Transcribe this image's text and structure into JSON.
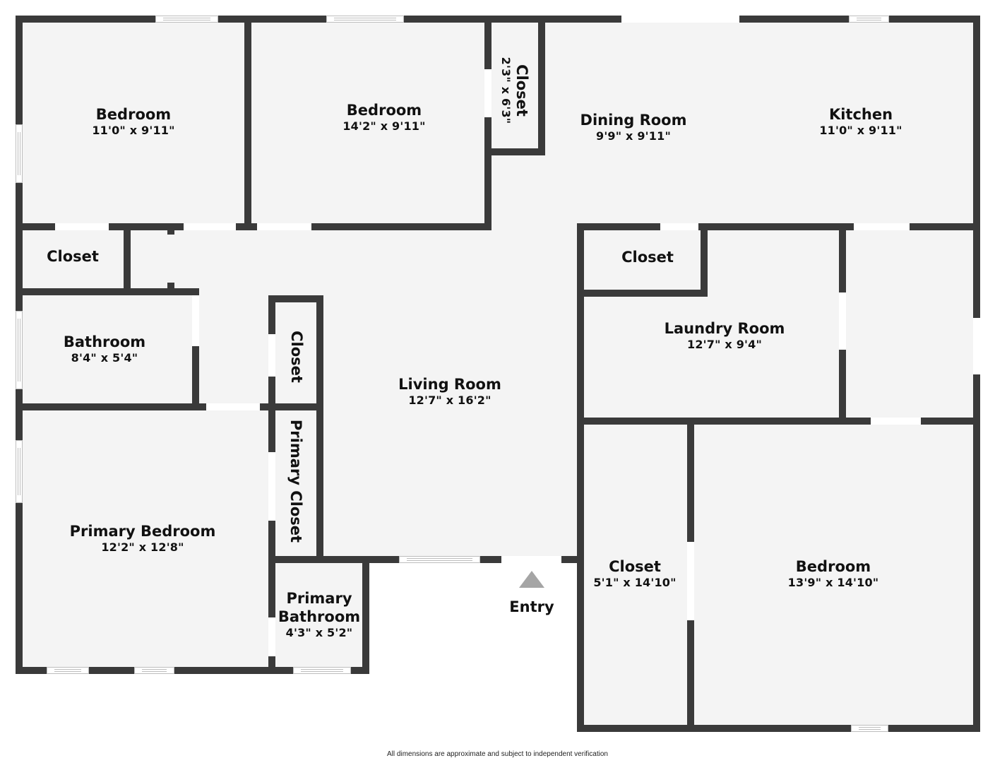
{
  "rooms": {
    "bedroom_nw": {
      "name": "Bedroom",
      "dim": "11'0\" x 9'11\""
    },
    "bedroom_n": {
      "name": "Bedroom",
      "dim": "14'2\" x 9'11\""
    },
    "closet_n": {
      "name": "Closet",
      "dim": "2'3\" x 6'3\""
    },
    "dining_room": {
      "name": "Dining Room",
      "dim": "9'9\" x 9'11\""
    },
    "kitchen": {
      "name": "Kitchen",
      "dim": "11'0\" x 9'11\""
    },
    "closet_w": {
      "name": "Closet"
    },
    "bathroom": {
      "name": "Bathroom",
      "dim": "8'4\" x 5'4\""
    },
    "closet_hall": {
      "name": "Closet"
    },
    "living_room": {
      "name": "Living Room",
      "dim": "12'7\" x 16'2\""
    },
    "closet_laundry": {
      "name": "Closet"
    },
    "laundry_room": {
      "name": "Laundry Room",
      "dim": "12'7\" x 9'4\""
    },
    "primary_closet": {
      "name": "Primary Closet"
    },
    "primary_bedroom": {
      "name": "Primary Bedroom",
      "dim": "12'2\" x 12'8\""
    },
    "primary_bathroom": {
      "name_line1": "Primary",
      "name_line2": "Bathroom",
      "dim": "4'3\" x 5'2\""
    },
    "closet_se": {
      "name": "Closet",
      "dim": "5'1\" x 14'10\""
    },
    "bedroom_se": {
      "name": "Bedroom",
      "dim": "13'9\" x 14'10\""
    }
  },
  "entry": {
    "label": "Entry",
    "icon": "entry-arrow-icon"
  },
  "footer": {
    "disclaimer": "All dimensions are approximate and subject to independent verification"
  },
  "colors": {
    "wall": "#3a3a3a",
    "floor": "#f4f4f4",
    "entry_arrow": "#a5a5a5",
    "background": "#ffffff"
  }
}
